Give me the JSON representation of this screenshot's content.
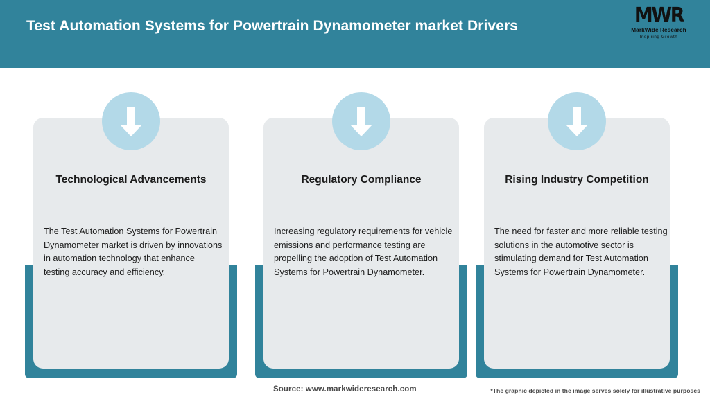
{
  "header": {
    "title": "Test Automation Systems for Powertrain Dynamometer market Drivers",
    "background_color": "#31839b",
    "title_color": "#ffffff"
  },
  "logo": {
    "mark": "MWR",
    "name": "MarkWide Research",
    "tagline": "Inspiring Growth"
  },
  "theme": {
    "accent_teal": "#31839b",
    "panel_grey": "#e7eaec",
    "badge_blue": "#b3d9e8",
    "arrow_white": "#ffffff"
  },
  "cards": [
    {
      "icon": "arrow-down-icon",
      "title": "Technological Advancements",
      "body": "The Test Automation Systems for Powertrain Dynamometer market is driven by innovations in automation technology that enhance testing accuracy and efficiency."
    },
    {
      "icon": "arrow-down-icon",
      "title": "Regulatory Compliance",
      "body": "Increasing regulatory requirements for vehicle emissions and performance testing are propelling the adoption of Test Automation Systems for Powertrain Dynamometer."
    },
    {
      "icon": "arrow-down-icon",
      "title": "Rising Industry Competition",
      "body": "The need for faster and more reliable testing solutions in the automotive sector is stimulating demand for Test Automation Systems for Powertrain Dynamometer."
    }
  ],
  "footer": {
    "source": "Source: www.markwideresearch.com",
    "disclaimer": "*The graphic depicted in the image serves solely for illustrative purposes"
  }
}
